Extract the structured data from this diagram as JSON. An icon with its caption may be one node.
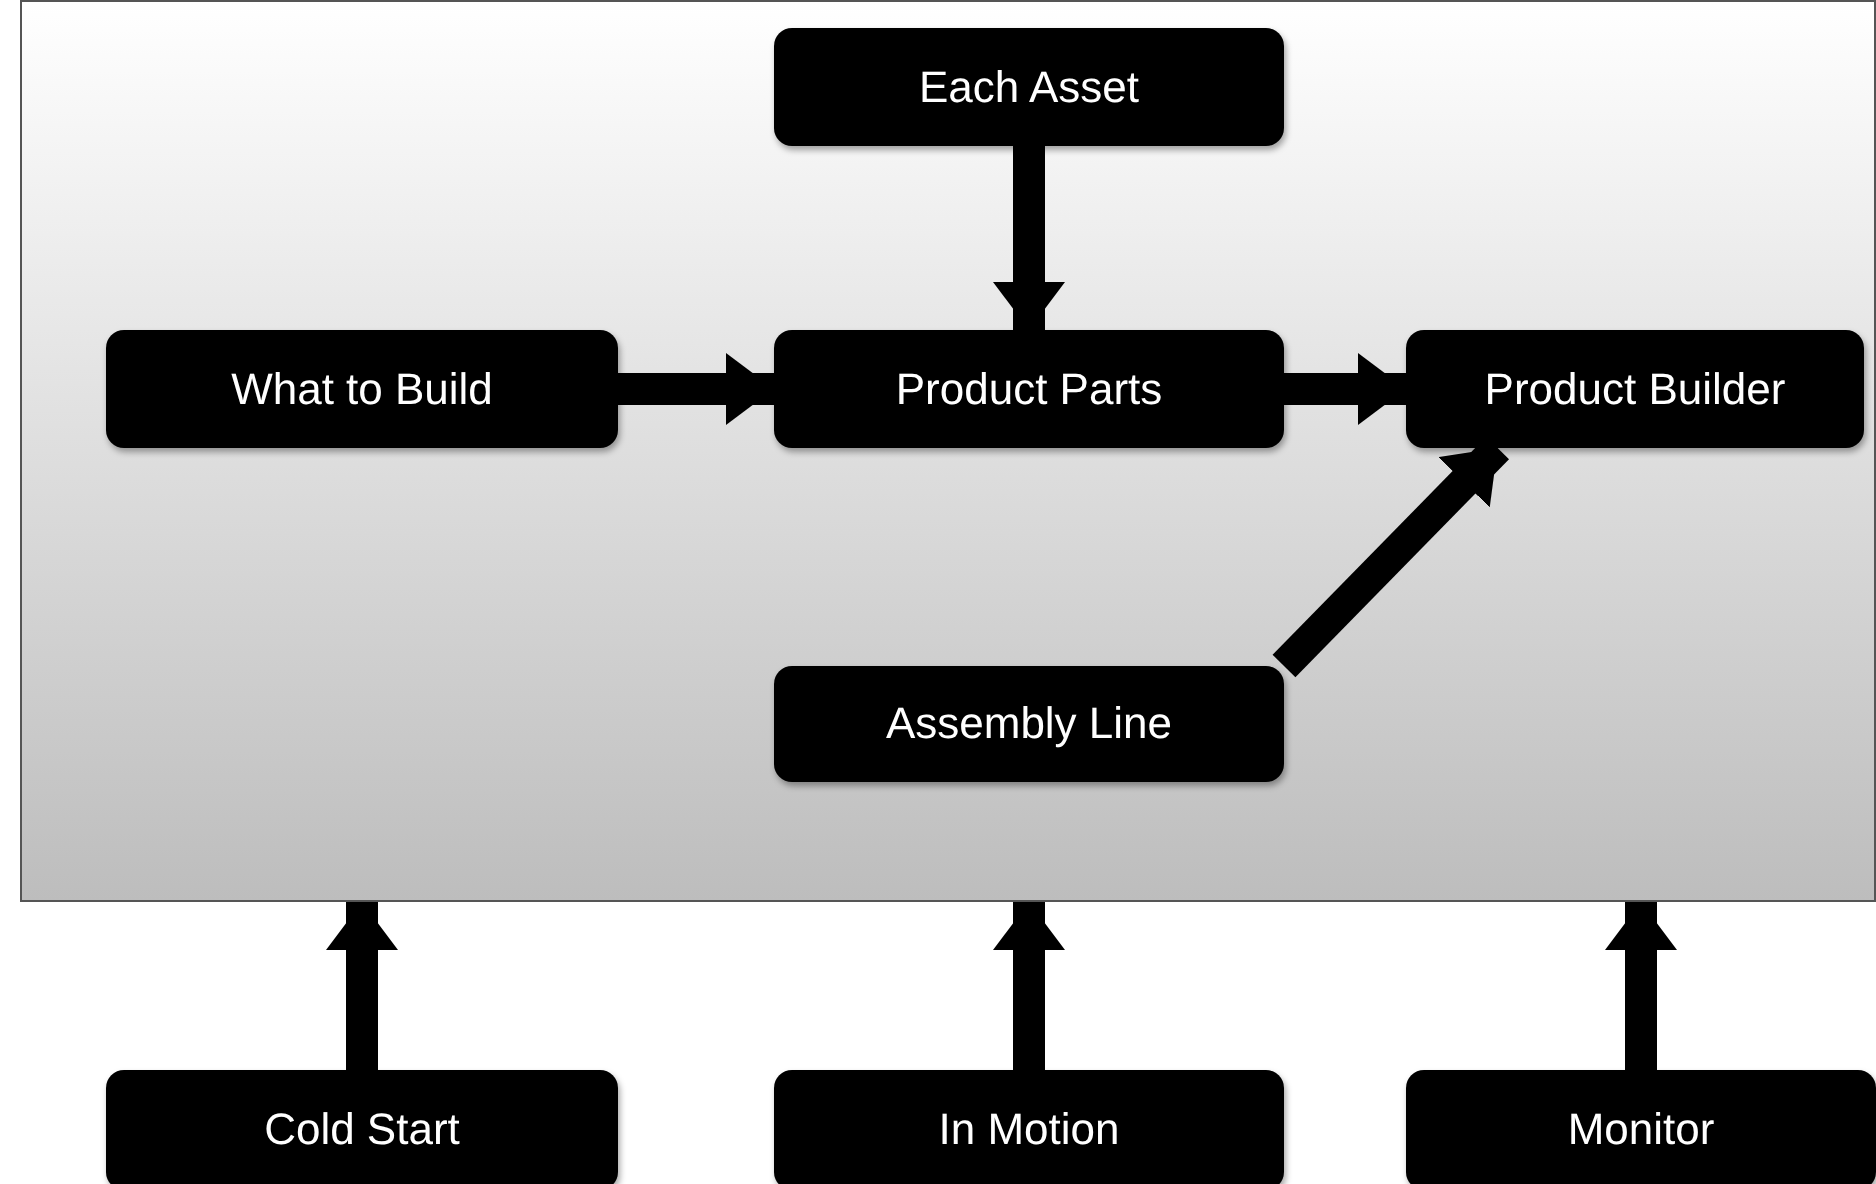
{
  "diagram": {
    "nodes": [
      {
        "text": [],
        "shape": "box"
      },
      {
        "text": [
          "Each Asset"
        ],
        "in": 0
      },
      {
        "text": [
          "What to Build"
        ],
        "in": 0
      },
      {
        "text": [
          "Product Parts"
        ],
        "in": 0
      },
      {
        "text": [
          "Product Builder"
        ],
        "in": 0
      },
      {
        "text": [
          "Assembly Line"
        ],
        "in": 0
      },
      {
        "text": [
          "Cold Start"
        ]
      },
      {
        "text": [
          "In Motion"
        ]
      },
      {
        "text": [
          "Monitor"
        ]
      }
    ],
    "edges": [
      {
        "from": 1,
        "to": 3,
        "arrow": "to"
      },
      {
        "from": 2,
        "to": 3,
        "arrow": "to"
      },
      {
        "from": 3,
        "to": 4,
        "arrow": "to"
      },
      {
        "from": 5,
        "to": 4,
        "arrow": "to"
      },
      {
        "from": 6,
        "to": 0,
        "arrow": "to"
      },
      {
        "from": 7,
        "to": 0,
        "arrow": "to"
      },
      {
        "from": 8,
        "to": 0,
        "arrow": "to"
      }
    ]
  }
}
